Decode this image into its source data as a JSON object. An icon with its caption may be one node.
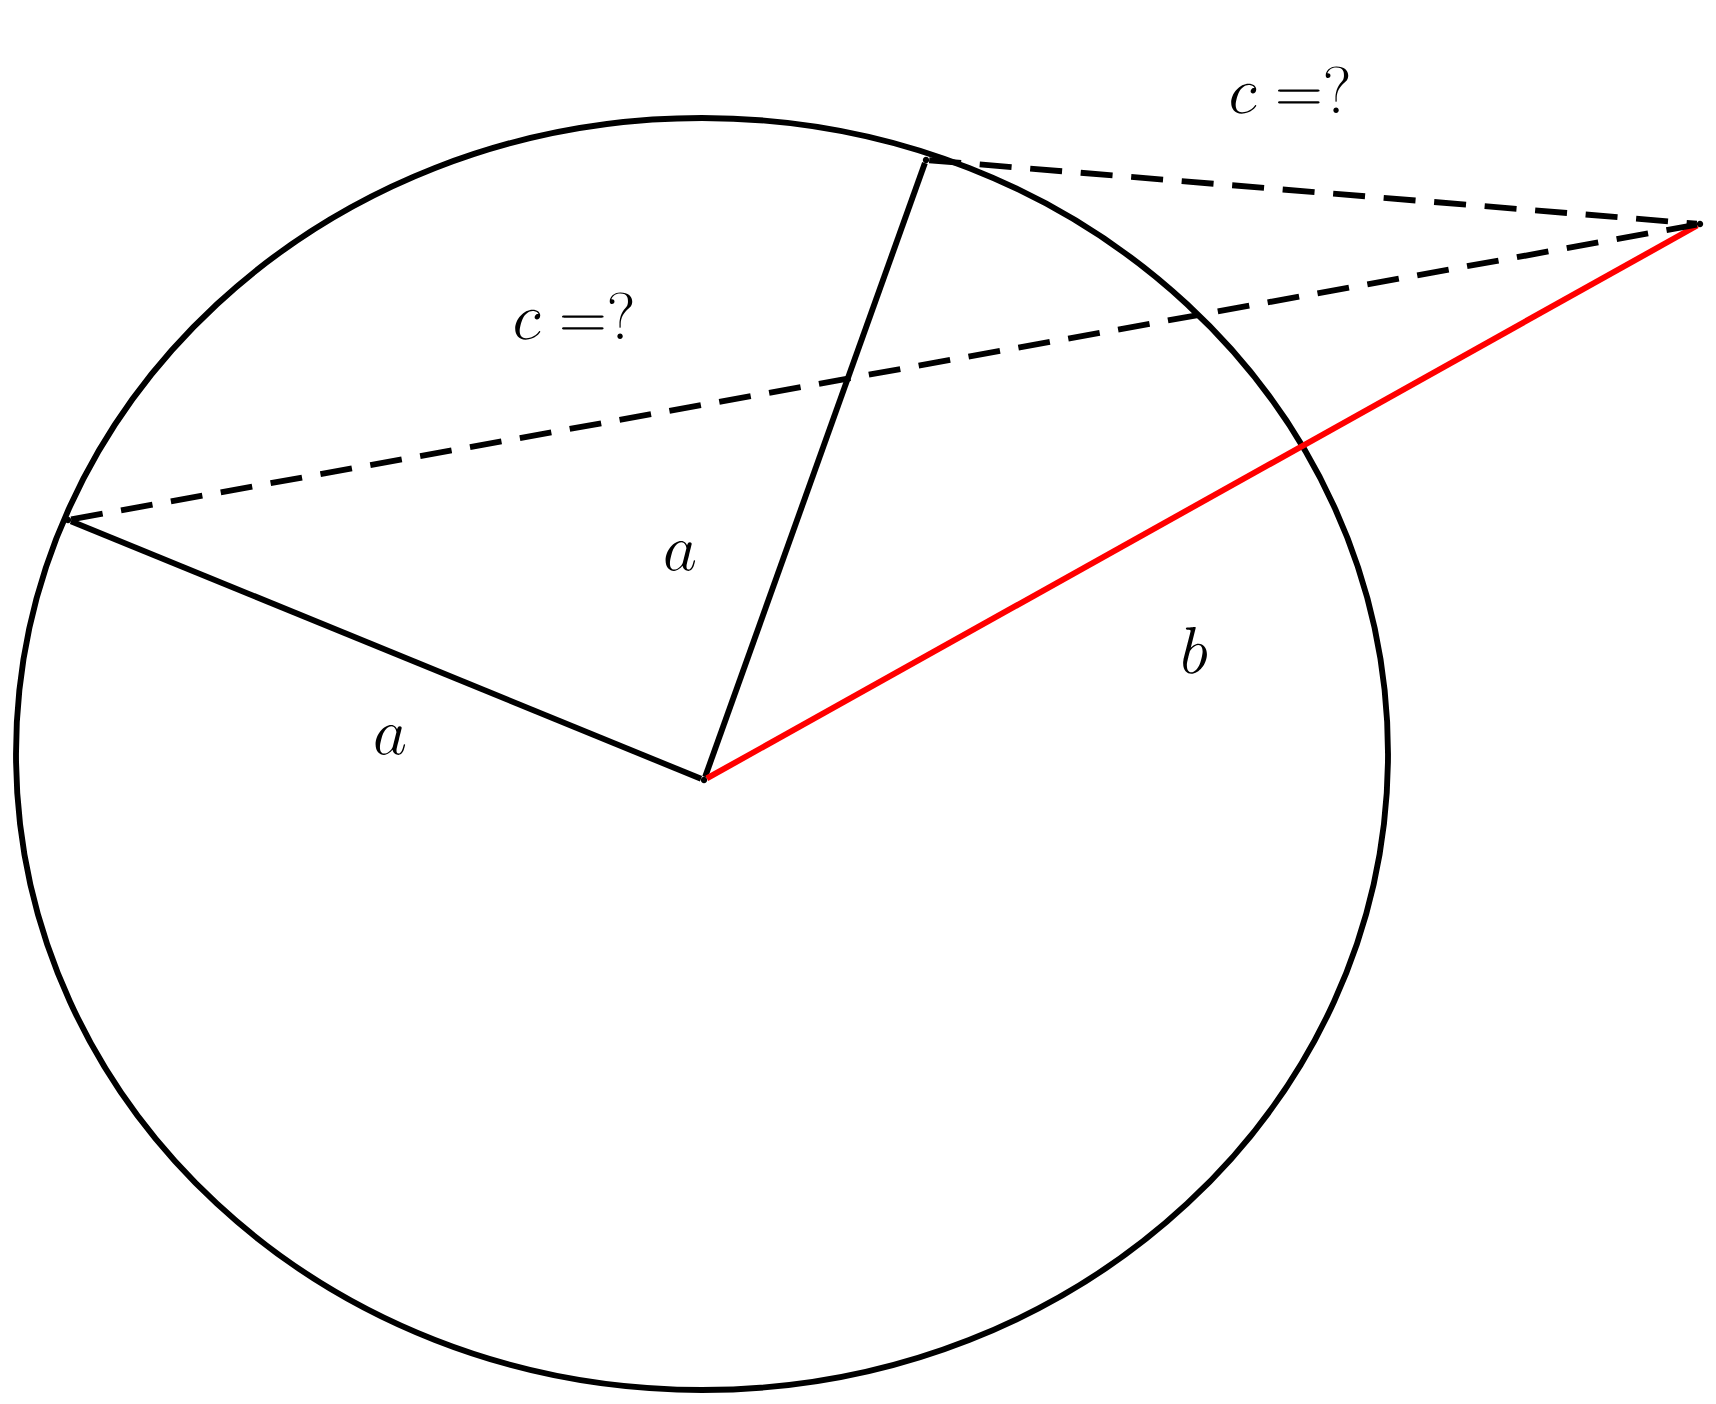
{
  "diagram": {
    "nodes": [
      {
        "text": [],
        "shape": "point"
      },
      {
        "text": [],
        "shape": "point"
      },
      {
        "text": [],
        "shape": "point"
      },
      {
        "text": [],
        "shape": "point"
      }
    ],
    "edges": [
      {
        "from": 0,
        "to": 1,
        "arrow": "none",
        "label": "a"
      },
      {
        "from": 0,
        "to": 2,
        "arrow": "none",
        "label": "a"
      },
      {
        "from": 0,
        "to": 3,
        "arrow": "none",
        "label": "b",
        "color": "#ff0000"
      },
      {
        "from": 1,
        "to": 3,
        "arrow": "none",
        "label": "c =?",
        "style": "dashed"
      },
      {
        "from": 2,
        "to": 3,
        "arrow": "none",
        "label": "c =?",
        "style": "dashed"
      }
    ]
  }
}
